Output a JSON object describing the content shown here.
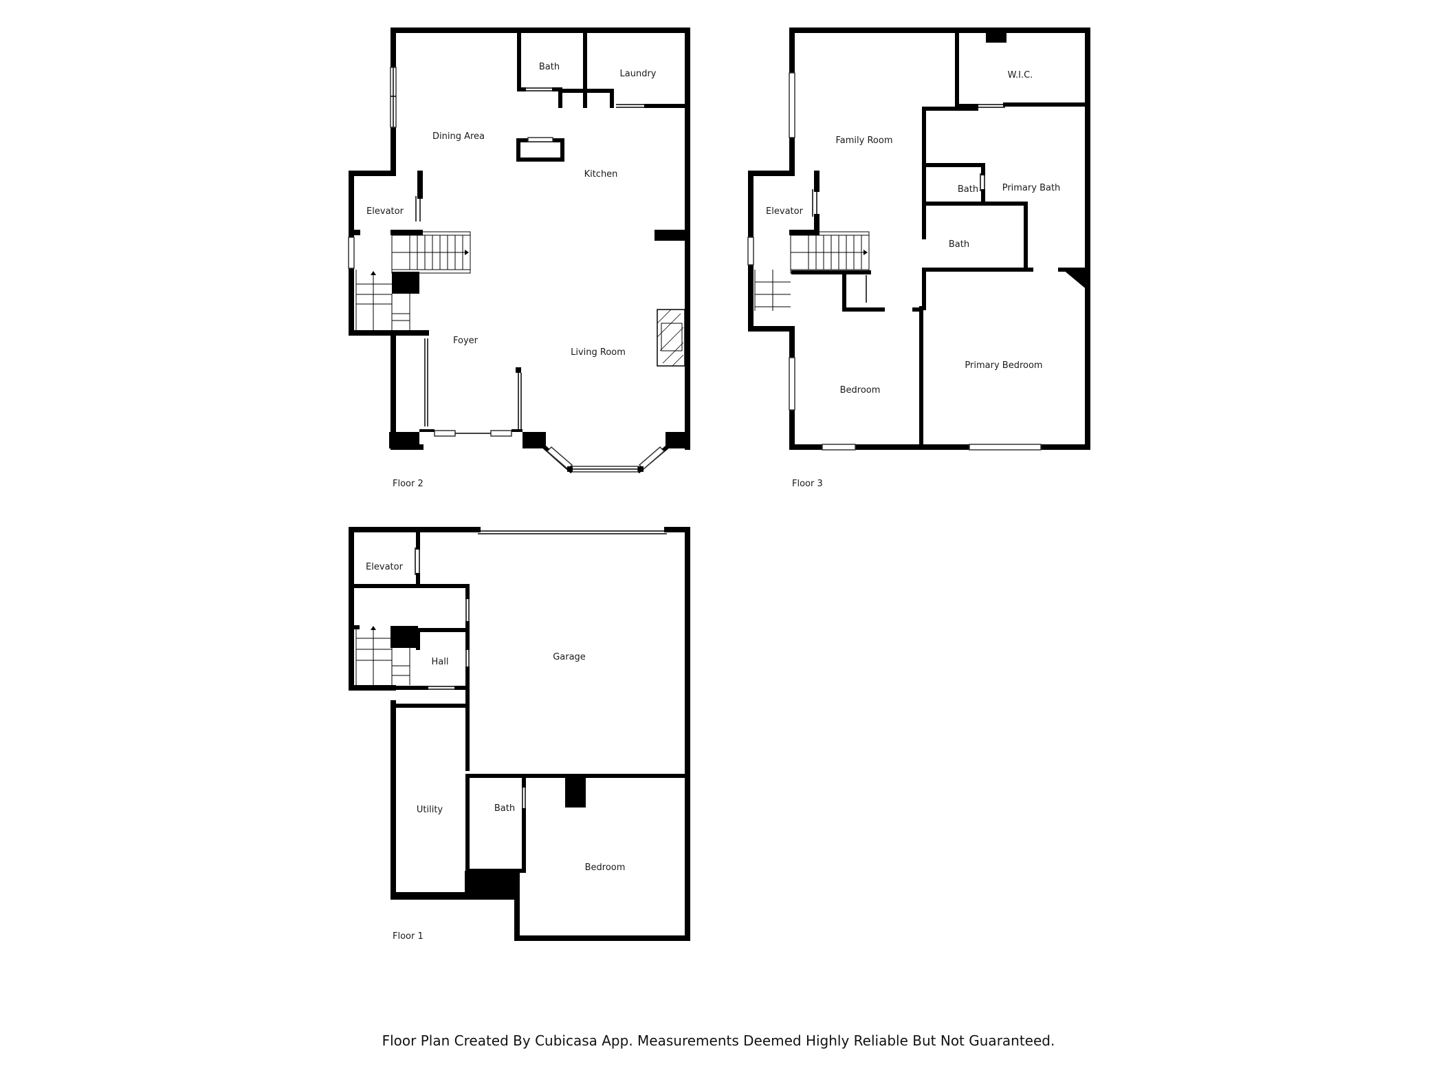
{
  "floors": [
    {
      "label": "Floor 2",
      "rooms": [
        "Bath",
        "Laundry",
        "Dining Area",
        "Kitchen",
        "Elevator",
        "Foyer",
        "Living Room"
      ]
    },
    {
      "label": "Floor 3",
      "rooms": [
        "W.I.C.",
        "Family Room",
        "Bath",
        "Primary Bath",
        "Elevator",
        "Bath",
        "Primary Bedroom",
        "Bedroom"
      ]
    },
    {
      "label": "Floor 1",
      "rooms": [
        "Elevator",
        "Hall",
        "Garage",
        "Utility",
        "Bath",
        "Bedroom"
      ]
    }
  ],
  "footer": {
    "disclaimer": "Floor Plan Created By Cubicasa App. Measurements Deemed Highly Reliable But Not Guaranteed."
  }
}
